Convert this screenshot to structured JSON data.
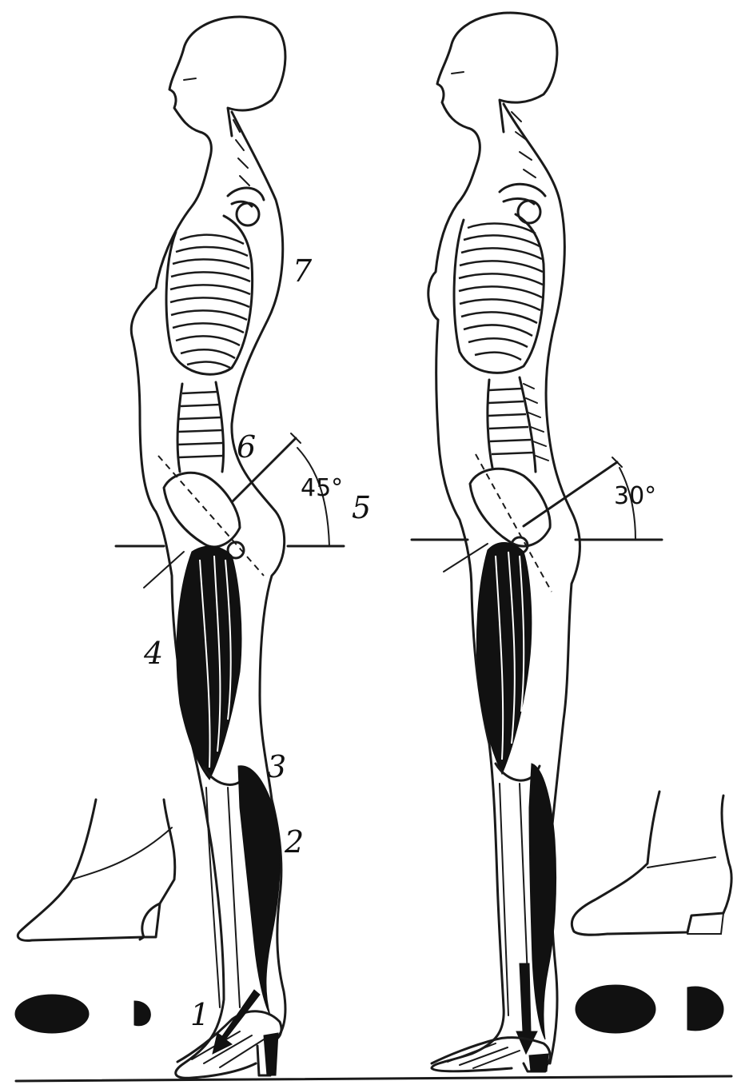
{
  "labels": {
    "n1": "1",
    "n2": "2",
    "n3": "3",
    "n4": "4",
    "n5": "5",
    "n6": "6",
    "n7": "7"
  },
  "angles": {
    "left": "45°",
    "right": "30°"
  },
  "colors": {
    "ink": "#1a1a1a",
    "muscle": "#111111",
    "paper": "#ffffff"
  }
}
